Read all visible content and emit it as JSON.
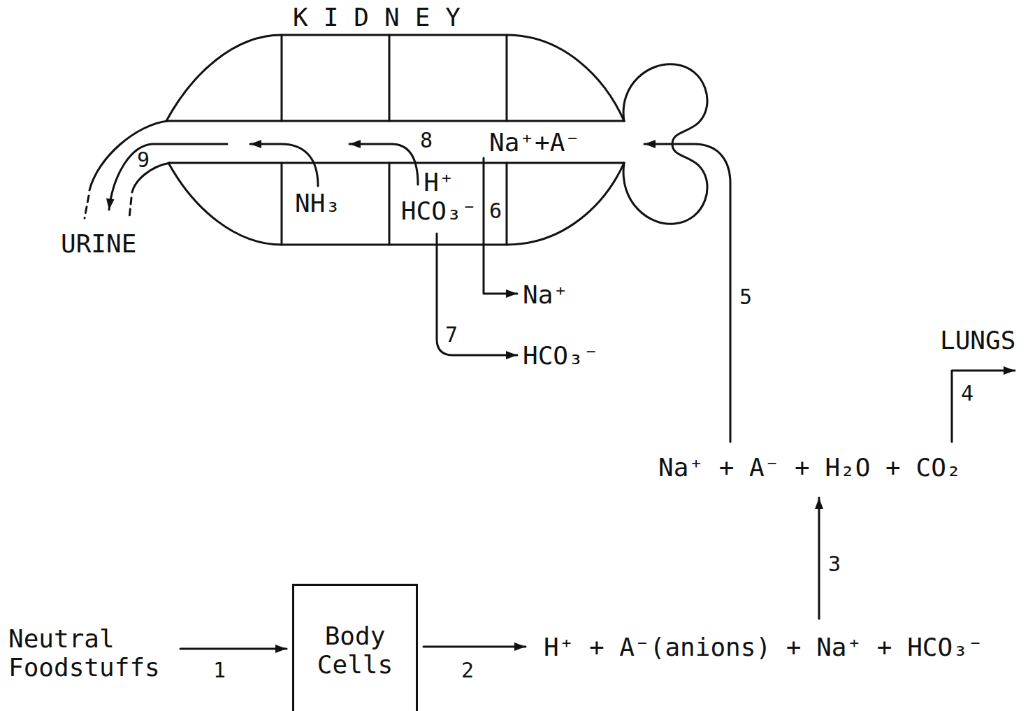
{
  "diagram": {
    "nodes": [
      {
        "text": [
          "KIDNEY",
          "Na⁺+A⁻",
          "H⁺ HCO₃⁻",
          "NH₃"
        ]
      },
      {
        "text": [
          "Body Cells"
        ]
      }
    ],
    "labels": [
      "9",
      "8",
      "URINE",
      "6",
      "Na⁺",
      "7",
      "HCO₃⁻",
      "5",
      "LUNGS",
      "4",
      "Na⁺ + A⁻ + H₂O + CO₂",
      "3",
      "Neutral Foodstuffs",
      "1",
      "2",
      "H⁺ + A⁻(anions) + Na⁺ + HCO₃⁻"
    ]
  }
}
